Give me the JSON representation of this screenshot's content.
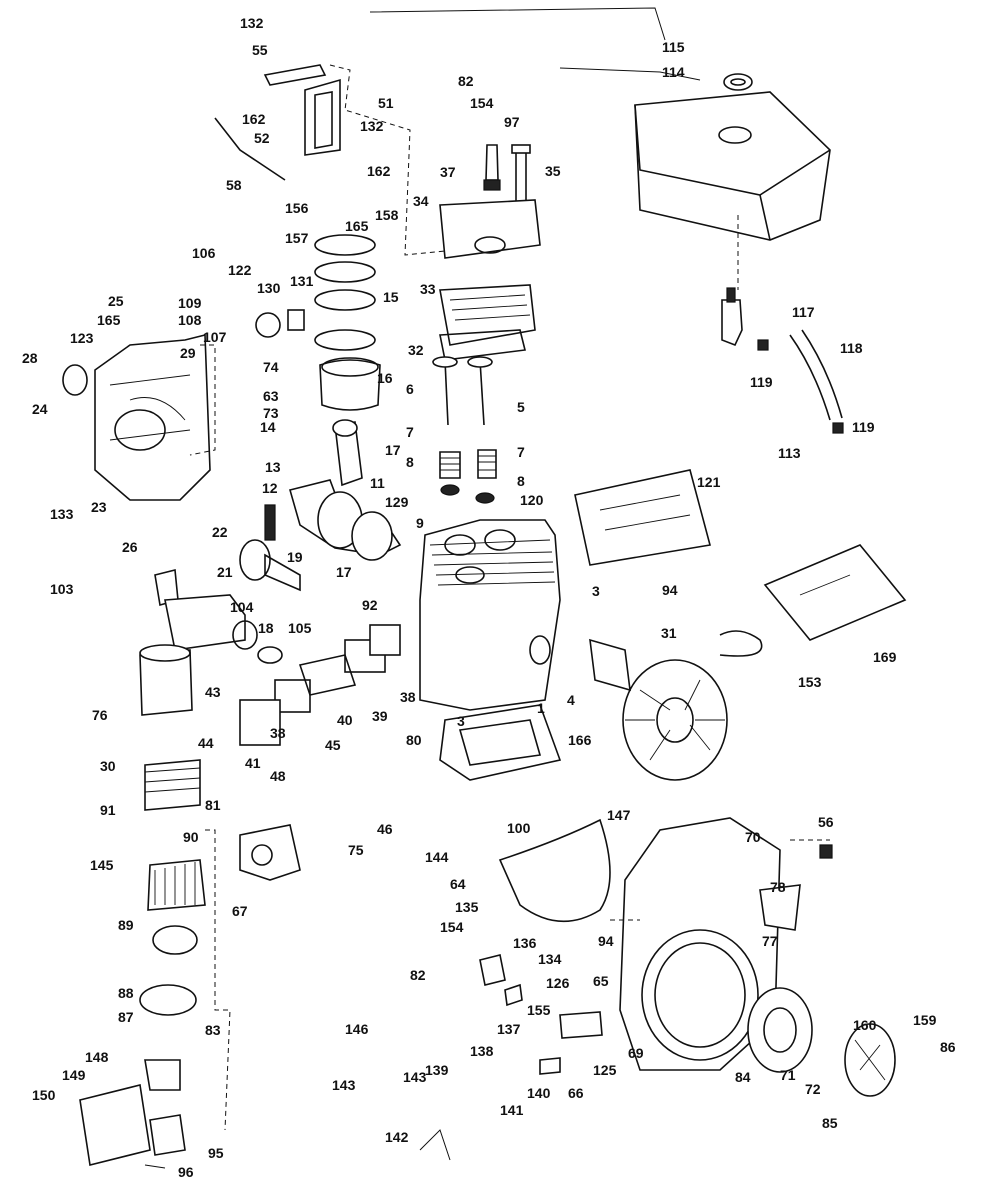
{
  "diagram": {
    "kind": "exploded parts diagram",
    "callouts": {
      "c132a": "132",
      "c55": "55",
      "c162a": "162",
      "c52": "52",
      "c58": "58",
      "c51": "51",
      "c132b": "132",
      "c162b": "162",
      "c156": "156",
      "c165a": "165",
      "c158": "158",
      "c157": "157",
      "c82a": "82",
      "c154a": "154",
      "c97": "97",
      "c37": "37",
      "c35": "35",
      "c34": "34",
      "c115": "115",
      "c114": "114",
      "c106": "106",
      "c122": "122",
      "c131": "131",
      "c109": "109",
      "c130": "130",
      "c108": "108",
      "c15": "15",
      "c25": "25",
      "c165b": "165",
      "c107": "107",
      "c123": "123",
      "c29": "29",
      "c28": "28",
      "c74": "74",
      "c63": "63",
      "c73": "73",
      "c24": "24",
      "c33": "33",
      "c32": "32",
      "c16": "16",
      "c6": "6",
      "c5": "5",
      "c14": "14",
      "c7a": "7",
      "c7b": "7",
      "c17a": "17",
      "c8a": "8",
      "c8b": "8",
      "c117": "117",
      "c118": "118",
      "c119a": "119",
      "c119b": "119",
      "c133": "133",
      "c23": "23",
      "c26": "26",
      "c13": "13",
      "c11": "11",
      "c12": "12",
      "c129": "129",
      "c22": "22",
      "c9": "9",
      "c120": "120",
      "c121": "121",
      "c113": "113",
      "c21": "21",
      "c19": "19",
      "c17b": "17",
      "c103": "103",
      "c104": "104",
      "c18": "18",
      "c92": "92",
      "c105": "105",
      "c3a": "3",
      "c94a": "94",
      "c31": "31",
      "c169": "169",
      "c153": "153",
      "c76": "76",
      "c43": "43",
      "c44": "44",
      "c38a": "38",
      "c40": "40",
      "c39": "39",
      "c38b": "38",
      "c1": "1",
      "c4": "4",
      "c3b": "3",
      "c166": "166",
      "c41": "41",
      "c45": "45",
      "c80": "80",
      "c30": "30",
      "c48": "48",
      "c91": "91",
      "c81": "81",
      "c90": "90",
      "c46": "46",
      "c75": "75",
      "c100": "100",
      "c147": "147",
      "c70": "70",
      "c56": "56",
      "c145": "145",
      "c67": "67",
      "c144": "144",
      "c64": "64",
      "c78": "78",
      "c135": "135",
      "c89": "89",
      "c154b": "154",
      "c136": "136",
      "c94b": "94",
      "c77": "77",
      "c134": "134",
      "c88": "88",
      "c65": "65",
      "c82b": "82",
      "c126": "126",
      "c87": "87",
      "c83": "83",
      "c155": "155",
      "c160": "160",
      "c146": "146",
      "c137": "137",
      "c138": "138",
      "c69": "69",
      "c159": "159",
      "c86": "86",
      "c148": "148",
      "c139": "139",
      "c125": "125",
      "c84": "84",
      "c71": "71",
      "c72": "72",
      "c149": "149",
      "c143a": "143",
      "c143b": "143",
      "c140": "140",
      "c66": "66",
      "c141": "141",
      "c150": "150",
      "c85": "85",
      "c95": "95",
      "c142": "142",
      "c96": "96"
    }
  }
}
